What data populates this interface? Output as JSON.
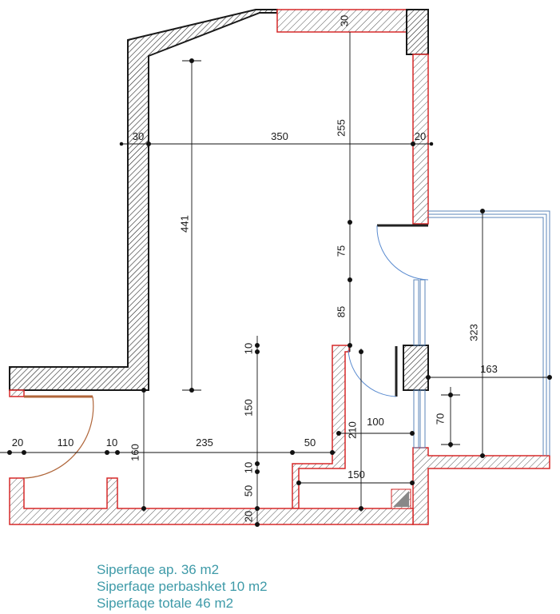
{
  "dimensions": {
    "top_wall": "30",
    "left_wall": "30",
    "room_width": "350",
    "right_wall": "20",
    "upper_height": "255",
    "left_height": "441",
    "door_segment": "75",
    "window_segment": "85",
    "balcony_depth": "323",
    "balcony_width": "163",
    "small_a": "10",
    "mid_height": "150",
    "small_b": "10",
    "bottom_a": "50",
    "bottom_wall": "20",
    "left_edge": "20",
    "entry_width": "110",
    "entry_jamb": "10",
    "entry_depth": "160",
    "lower_width": "235",
    "step_width": "50",
    "bath_height": "210",
    "bath_width": "100",
    "window_height": "70",
    "bath_bottom_width": "150"
  },
  "areas": [
    "Siperfaqe ap. 36 m2",
    "Siperfaqe perbashket 10 m2",
    "Siperfaqe totale 46 m2"
  ],
  "colors": {
    "wall_outline": "#d62828",
    "wall_dark": "#1a1a1a",
    "window": "#5b86b8",
    "door_arc": "#5a8bd0",
    "entry_arc": "#b0663a",
    "area_text": "#3e9aa8"
  }
}
